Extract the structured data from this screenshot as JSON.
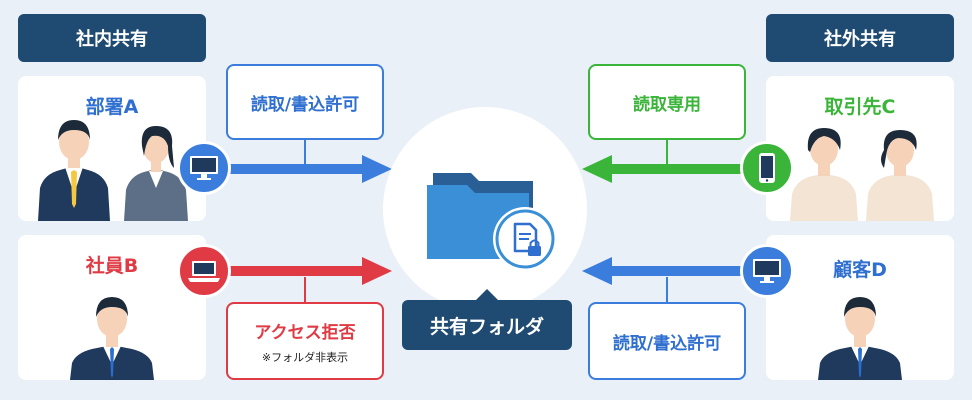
{
  "headers": {
    "internal": "社内共有",
    "external": "社外共有"
  },
  "cards": {
    "dept_a": "部署A",
    "employee_b": "社員B",
    "partner_c": "取引先C",
    "customer_d": "顧客D"
  },
  "permissions": {
    "dept_a": "読取/書込許可",
    "employee_b": "アクセス拒否",
    "employee_b_note": "※フォルダ非表示",
    "partner_c": "読取専用",
    "customer_d": "読取/書込許可"
  },
  "center": {
    "label": "共有フォルダ"
  },
  "colors": {
    "navy": "#1f4b72",
    "blue": "#3b7ddd",
    "red": "#e03a44",
    "green": "#3ab53a",
    "background": "#eaf0f8"
  },
  "icons": {
    "dept_a_device": "monitor-icon",
    "employee_b_device": "laptop-icon",
    "partner_c_device": "smartphone-icon",
    "customer_d_device": "monitor-icon",
    "folder": "folder-icon",
    "locked_document": "locked-document-icon"
  }
}
